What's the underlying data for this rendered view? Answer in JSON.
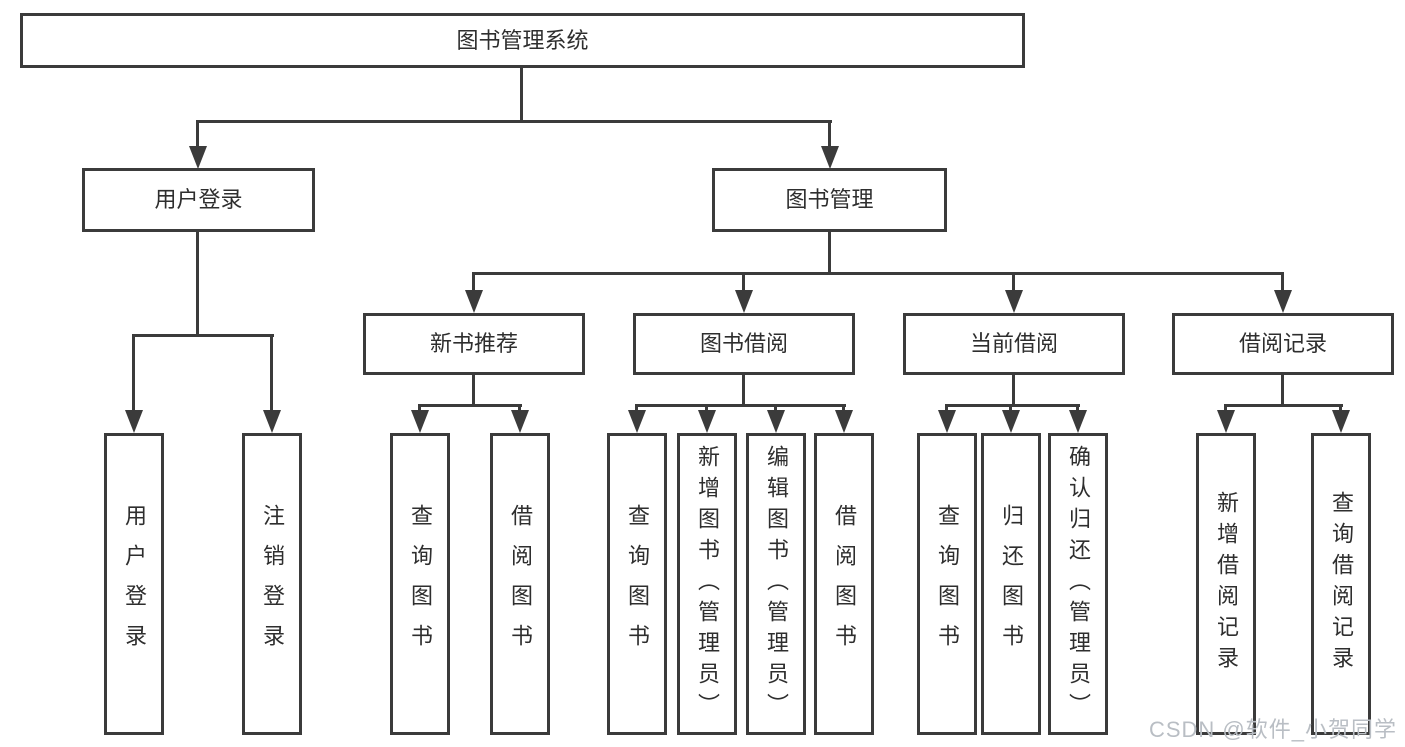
{
  "tree": {
    "root": {
      "label": "图书管理系统"
    },
    "level1": [
      {
        "label": "用户登录",
        "children": [
          {
            "label": "用户登录"
          },
          {
            "label": "注销登录"
          }
        ]
      },
      {
        "label": "图书管理",
        "children": [
          {
            "label": "新书推荐",
            "children": [
              {
                "label": "查询图书"
              },
              {
                "label": "借阅图书"
              }
            ]
          },
          {
            "label": "图书借阅",
            "children": [
              {
                "label": "查询图书"
              },
              {
                "label": "新增图书（管理员）"
              },
              {
                "label": "编辑图书（管理员）"
              },
              {
                "label": "借阅图书"
              }
            ]
          },
          {
            "label": "当前借阅",
            "children": [
              {
                "label": "查询图书"
              },
              {
                "label": "归还图书"
              },
              {
                "label": "确认归还（管理员）"
              }
            ]
          },
          {
            "label": "借阅记录",
            "children": [
              {
                "label": "新增借阅记录"
              },
              {
                "label": "查询借阅记录"
              }
            ]
          }
        ]
      }
    ]
  },
  "watermark": {
    "text": "CSDN @软件_小贺同学"
  },
  "colors": {
    "line": "#3b3b3b",
    "text": "#2e2e2e",
    "watermark": "#b9bec4",
    "background": "#ffffff"
  }
}
